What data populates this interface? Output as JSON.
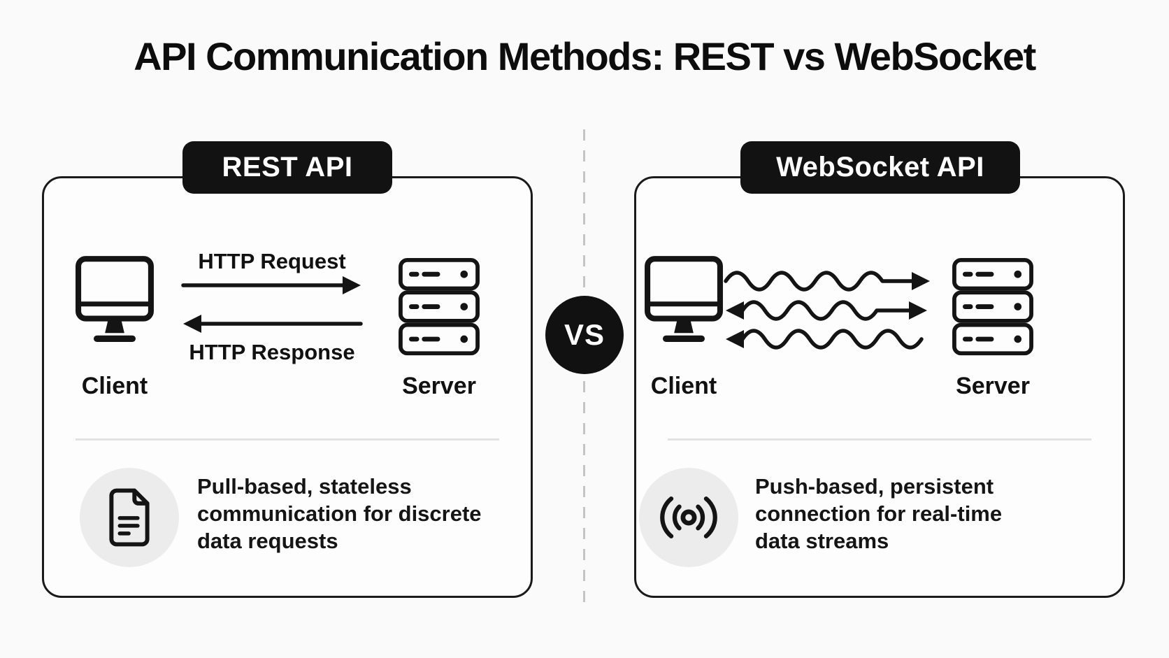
{
  "title": "API Communication Methods: REST vs WebSocket",
  "vs_badge": "VS",
  "colors": {
    "ink": "#141414",
    "background": "#fafafa",
    "panel_border": "#1a1a1a",
    "badge_background": "#121212",
    "badge_text": "#ffffff",
    "info_circle_background": "#ececec",
    "divider": "#e2e2e2",
    "dashed_line": "#c5c5c5"
  },
  "left_panel": {
    "badge": "REST API",
    "client_label": "Client",
    "server_label": "Server",
    "arrow_top_label": "HTTP Request",
    "arrow_bottom_label": "HTTP Response",
    "client_icon": "desktop-monitor-icon",
    "server_icon": "server-stack-icon",
    "info_icon": "document-icon",
    "description_lines": [
      "Pull-based, stateless",
      "communication for discrete",
      "data requests"
    ]
  },
  "right_panel": {
    "badge": "WebSocket API",
    "client_label": "Client",
    "server_label": "Server",
    "stream_arrows": [
      "to-server",
      "bidirectional",
      "to-client"
    ],
    "client_icon": "desktop-monitor-icon",
    "server_icon": "server-stack-icon",
    "info_icon": "broadcast-icon",
    "description_lines": [
      "Push-based, persistent",
      "connection for real-time",
      "data streams"
    ]
  }
}
